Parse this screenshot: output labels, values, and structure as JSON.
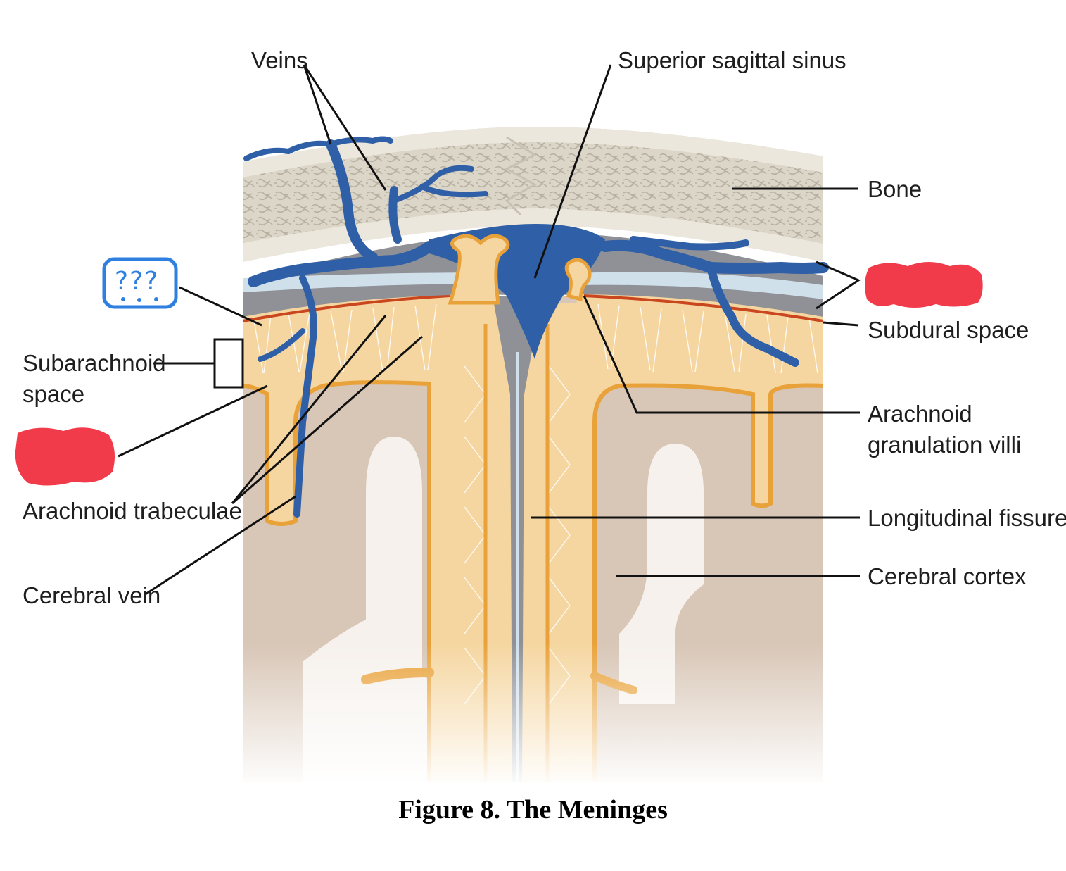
{
  "labels": {
    "veins": "Veins",
    "superior_sagittal_sinus": "Superior sagittal sinus",
    "bone": "Bone",
    "subdural_space": "Subdural space",
    "arachnoid_granulation_line1": "Arachnoid",
    "arachnoid_granulation_line2": "granulation villi",
    "longitudinal_fissure": "Longitudinal fissure",
    "cerebral_cortex": "Cerebral cortex",
    "subarachnoid_line1": "Subarachnoid",
    "subarachnoid_line2": "space",
    "arachnoid_trabeculae": "Arachnoid trabeculae",
    "cerebral_vein": "Cerebral vein"
  },
  "annotation_box_text": "???",
  "caption": "Figure 8.  The Meninges",
  "colors": {
    "bone": "#e6e1d5",
    "dura": "#8e9096",
    "arachnoid_light": "#c9dbe6",
    "subarachnoid": "#f5d7a0",
    "pia": "#e9a23a",
    "cortex": "#d7c5b5",
    "white_matter": "#f6f1ec",
    "vein": "#2e5fa8",
    "redaction": "#f23b4a",
    "annotation": "#2f7fe0"
  }
}
